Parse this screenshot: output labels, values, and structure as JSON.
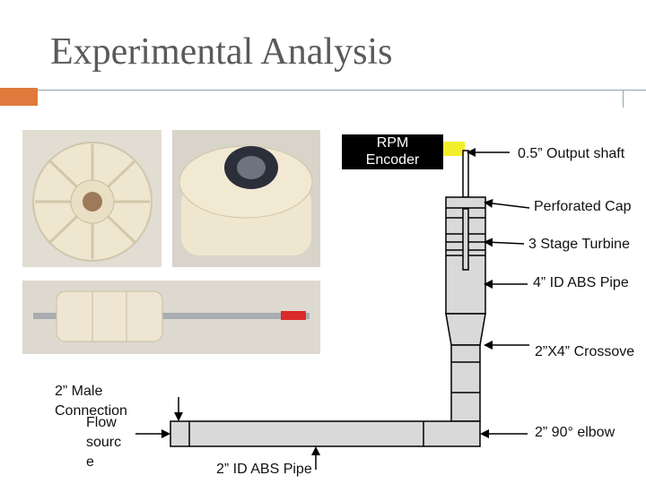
{
  "slide": {
    "title": "Experimental Analysis"
  },
  "photos": [
    {
      "name": "turbine-rotor-front-photo"
    },
    {
      "name": "turbine-rotor-housing-photo"
    },
    {
      "name": "turbine-shaft-assembly-photo"
    }
  ],
  "diagram": {
    "encoder_line1": "RPM",
    "encoder_line2": "Encoder",
    "labels": {
      "output_shaft": "0.5” Output shaft",
      "perforated_cap": "Perforated Cap",
      "stage_turbine": "3 Stage Turbine",
      "abs_pipe_4": "4” ID ABS Pipe",
      "crossover": "2”X4” Crossove",
      "elbow": "2” 90° elbow",
      "abs_pipe_2": "2” ID ABS Pipe",
      "male_connection_line1": "2” Male",
      "male_connection_line2": "Connection",
      "flow_source_line1": "Flow",
      "flow_source_line2": "sourc",
      "flow_source_line3": "e"
    },
    "colors": {
      "pipe_fill": "#d9d9d9",
      "shaft_yellow": "#f2ef2a",
      "accent": "#e07a3c"
    }
  }
}
